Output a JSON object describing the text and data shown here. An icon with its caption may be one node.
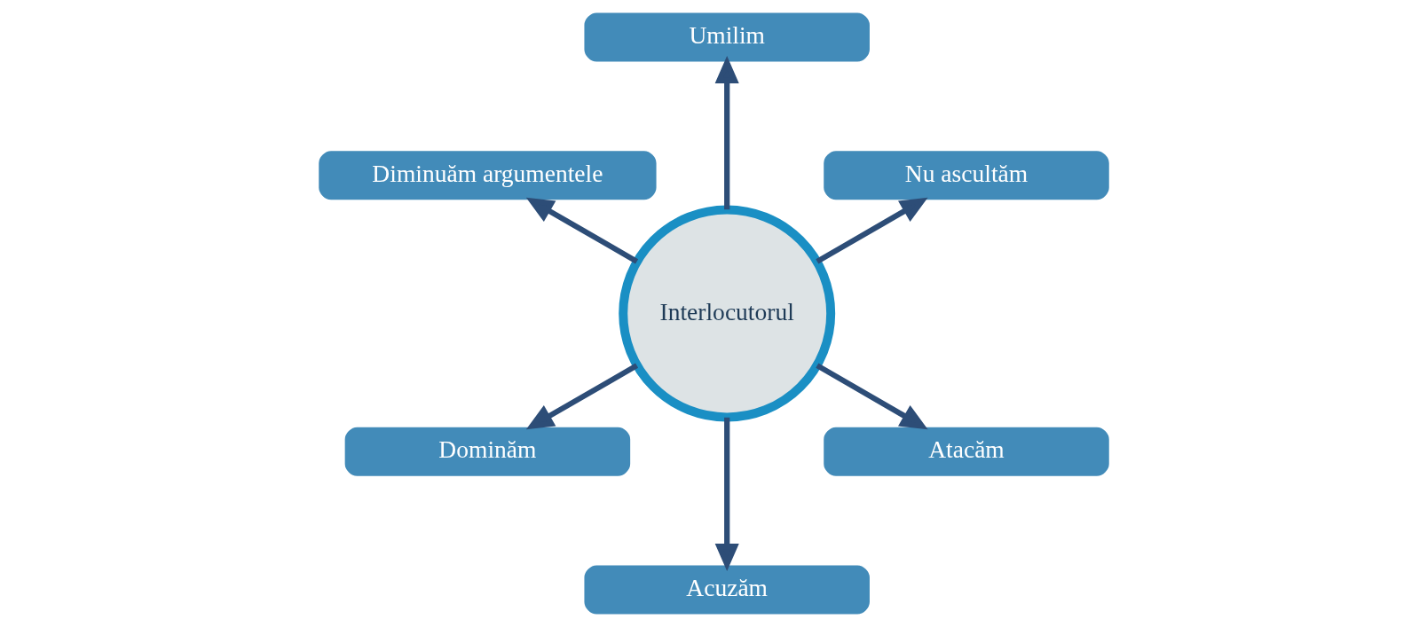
{
  "diagram": {
    "nodes": [
      {
        "text": [
          "Interlocutorul"
        ]
      },
      {
        "text": [
          "Nu ascultăm"
        ]
      },
      {
        "text": [
          "Umilim"
        ]
      },
      {
        "text": [
          "Diminuăm argumentele"
        ]
      },
      {
        "text": [
          "Dominăm"
        ]
      },
      {
        "text": [
          "Acuzăm"
        ]
      },
      {
        "text": [
          "Atacăm"
        ]
      }
    ],
    "edges": [
      {
        "from": 0,
        "to": 1,
        "arrow": "to"
      },
      {
        "from": 0,
        "to": 2,
        "arrow": "to"
      },
      {
        "from": 0,
        "to": 3,
        "arrow": "to"
      },
      {
        "from": 0,
        "to": 4,
        "arrow": "to"
      },
      {
        "from": 0,
        "to": 5,
        "arrow": "to"
      },
      {
        "from": 0,
        "to": 6,
        "arrow": "to"
      }
    ]
  }
}
